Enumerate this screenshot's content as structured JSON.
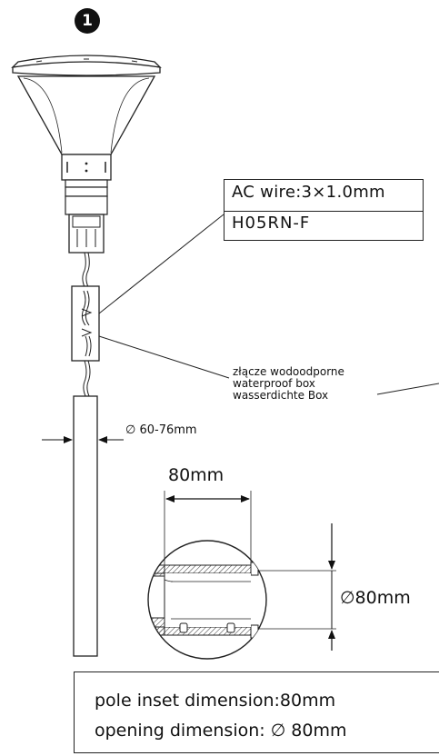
{
  "diagram": {
    "step_number": "1",
    "ac_wire": {
      "line1": "AC wire:3×1.0mm",
      "line2": "H05RN-F"
    },
    "waterproof_box": {
      "line1": "złącze wodoodporne",
      "line2": "waterproof box",
      "line3": "wasserdichte Box"
    },
    "pole_diameter": "∅ 60-76mm",
    "inset_width": "80mm",
    "opening_diameter": "∅80mm",
    "info": {
      "line1": "pole inset dimension:80mm",
      "line2": "opening dimension: ∅ 80mm"
    }
  }
}
